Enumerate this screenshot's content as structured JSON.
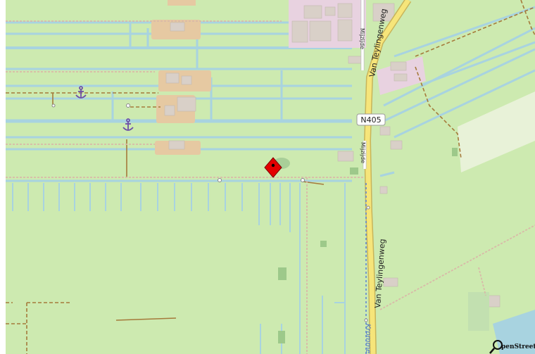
{
  "map": {
    "road_labels": [
      "Van Teylingenweg",
      "Van Teylingenweg"
    ],
    "street_labels": [
      "Mijzijde",
      "Mijzijde"
    ],
    "route_shield": "N405",
    "water_label": "Kromme",
    "attribution": "penStreetMap",
    "colors": {
      "land": "#cdeab0",
      "water": "#a8d3e0",
      "residential": "#e6d9c9",
      "building": "#d9d0c8",
      "road": "#f6e57a",
      "road_casing": "#c7b45a",
      "track": "#a57a3b",
      "footpath": "#d9b9a8",
      "industrial": "#e8d2e0",
      "marker": "#e40000",
      "anchor": "#6d4fa8"
    }
  }
}
